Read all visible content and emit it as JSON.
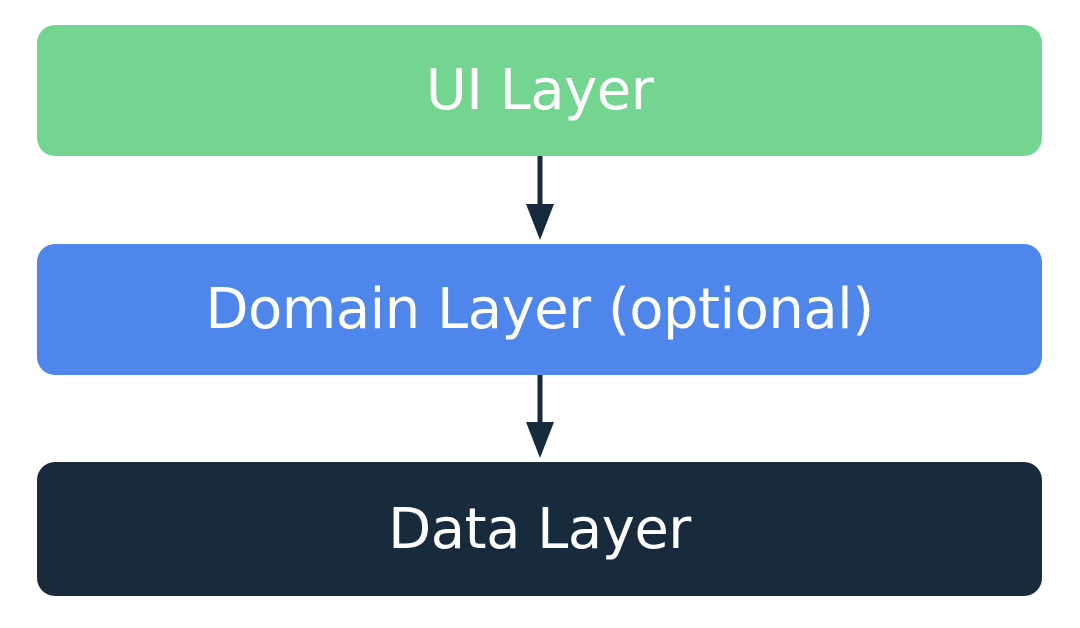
{
  "layers": [
    {
      "id": "ui",
      "label": "UI Layer",
      "color": "#73d590"
    },
    {
      "id": "domain",
      "label": "Domain Layer (optional)",
      "color": "#4f86ec"
    },
    {
      "id": "data",
      "label": "Data Layer",
      "color": "#182b3d"
    }
  ],
  "arrow_color": "#182b3d"
}
